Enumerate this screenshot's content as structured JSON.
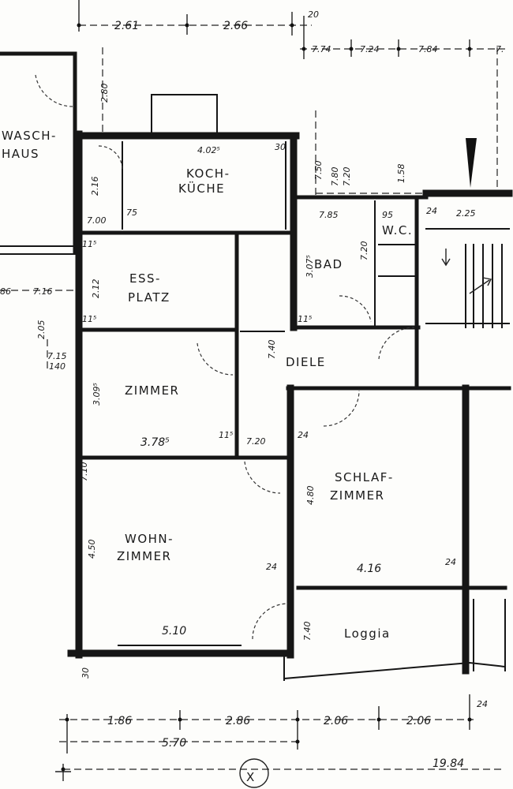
{
  "rooms": {
    "waschhaus_line1": "WASCH-",
    "waschhaus_line2": "HAUS",
    "kochkueche_line1": "KOCH-",
    "kochkueche_line2": "KÜCHE",
    "essplatz_line1": "ESS-",
    "essplatz_line2": "PLATZ",
    "bad": "BAD",
    "wc": "W.C.",
    "diele": "DIELE",
    "zimmer": "ZIMMER",
    "schlafzimmer_line1": "SCHLAF-",
    "schlafzimmer_line2": "ZIMMER",
    "wohnzimmer_line1": "WOHN-",
    "wohnzimmer_line2": "ZIMMER",
    "loggia": "Loggia"
  },
  "dimensions": {
    "top_1": "2.61",
    "top_2": "2.66",
    "top_3": "20",
    "top_4": "7.74",
    "top_5": "7.24",
    "top_6": "7.84",
    "top_7": "7.",
    "left_top_v": "2.80",
    "koch_width": "4.02⁵",
    "koch_30": "30",
    "koch_v": "2.16",
    "koch_700": "7.00",
    "koch_75": "75",
    "right_750": "7.50",
    "right_780": "7.80",
    "right_720": "7.20",
    "right_158": "1.58",
    "bad_785": "7.85",
    "wc_95": "95",
    "r_24": "24",
    "r_225": "2.25",
    "bad_v": "3.07⁵",
    "bad_720": "7.20",
    "ess_v": "2.12",
    "left_86": "86",
    "left_716": "7.16",
    "left_205": "2.05",
    "left_715": "7.15",
    "left_140": "140",
    "n115a": "11⁵",
    "n115b": "11⁵",
    "n115c": "11⁵",
    "diele_740": "7.40",
    "zimmer_v": "3.09⁵",
    "zimmer_w": "3.78⁵",
    "n115d": "11⁵",
    "diele_720": "7.20",
    "n24a": "24",
    "schlaf_v": "4.80",
    "n24b": "24",
    "schlaf_w": "4.16",
    "n24c": "24",
    "wohn_v": "4.50",
    "wohn_w": "5.10",
    "loggia_740": "7.40",
    "bottom_30": "30",
    "bottom_1": "1.86",
    "bottom_2": "2.86",
    "bottom_3": "2.06",
    "bottom_4": "2.06",
    "bottom_24": "24",
    "bottom_total": "5.70",
    "total": "19.84",
    "left_710": "7.10"
  },
  "markers": {
    "mark_x": "X"
  }
}
